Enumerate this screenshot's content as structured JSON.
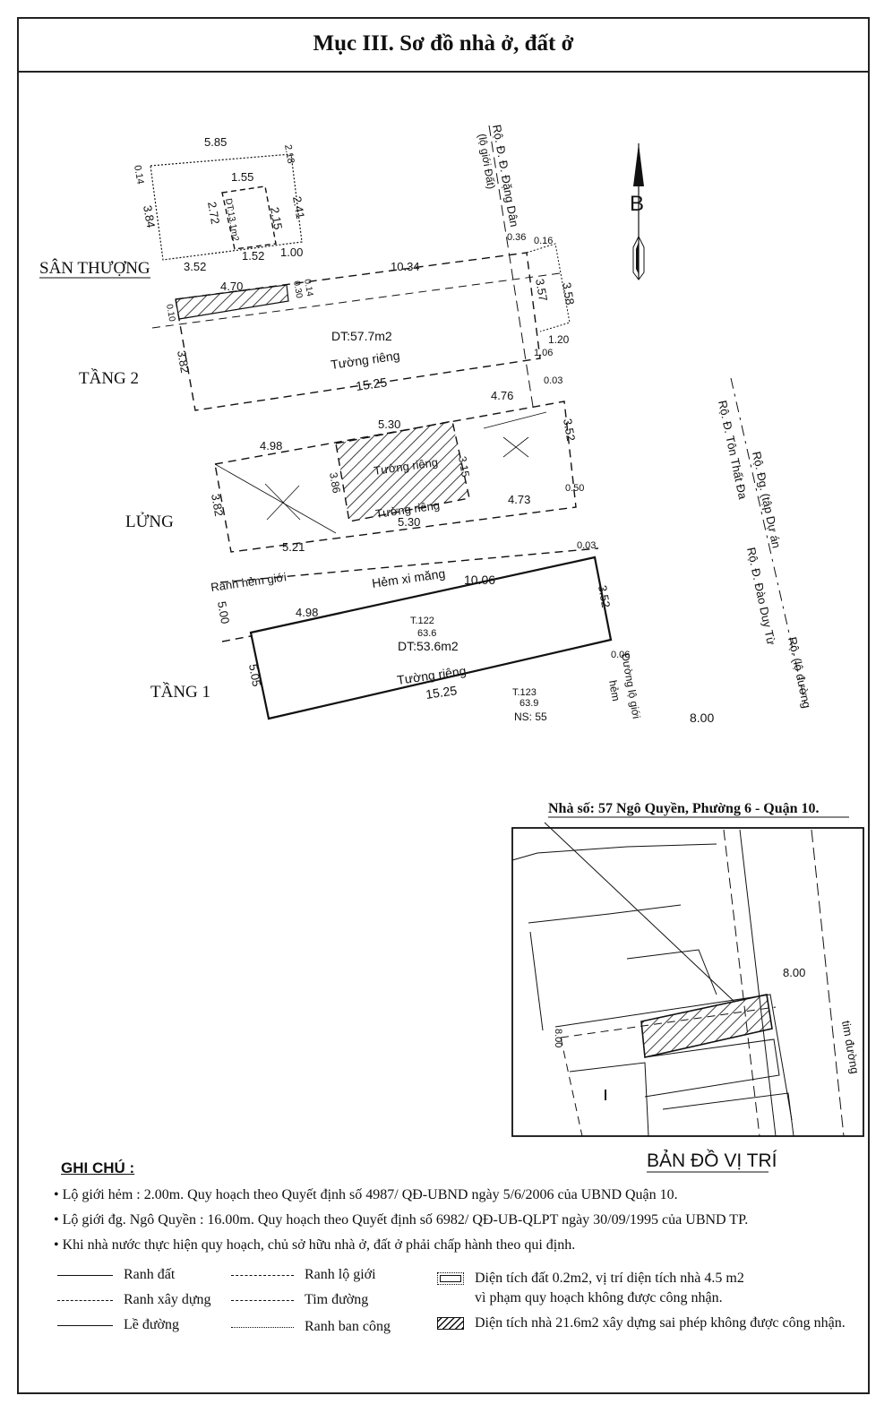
{
  "title": "Mục III. Sơ đồ nhà ở, đất ở",
  "north": "B",
  "floors": {
    "san_thuong": "SÂN THƯỢNG",
    "tang2": "TẦNG 2",
    "lung": "LỬNG",
    "tang1": "TẦNG 1"
  },
  "san_thuong_dims": {
    "d585": "5.85",
    "d218": "2.18",
    "d014": "0.14",
    "d155": "1.55",
    "d384": "3.84",
    "d272": "2.72",
    "d215": "2.15",
    "d241": "2.41",
    "dt_small": "DT:13.1m2",
    "d352": "3.52",
    "d152": "1.52",
    "d100": "1.00"
  },
  "tang2_dims": {
    "d470": "4.70",
    "d1034": "10.34",
    "d014a": "0.14",
    "d030": "0.30",
    "d010": "0.10",
    "d036": "0.36",
    "d016": "0.16",
    "d357": "3.57",
    "d358": "3.58",
    "area": "DT:57.7m2",
    "d120": "1.20",
    "d106": "1.06",
    "d382": "3.82",
    "wall": "Tường riêng",
    "d1525": "15.25"
  },
  "lung_dims": {
    "d498": "4.98",
    "d530a": "5.30",
    "d476": "4.76",
    "d003": "0.03",
    "d352": "3.52",
    "d386": "3.86",
    "d315": "3.15",
    "wall1": "Tường riêng",
    "wall2": "Tường riêng",
    "d382": "3.82",
    "d473": "4.73",
    "d530b": "5.30",
    "d050": "0.50",
    "d521": "5.21"
  },
  "tang1_dims": {
    "ranh": "Ranh hẻm giới",
    "hem": "Hẻm xi măng",
    "d1006": "10.06",
    "d003": "0.03",
    "d500": "5.00",
    "d498": "4.98",
    "d352": "3.52",
    "t122": "T.122",
    "e636": "63.6",
    "area": "DT:53.6m2",
    "d505": "5.05",
    "wall": "Tường riêng",
    "d1525": "15.25",
    "d006": "0.06",
    "lo_gioi": "Đường lộ giới",
    "hem_label": "hẻm",
    "t123": "T.123",
    "e639": "63.9",
    "ns": "NS: 55",
    "d800": "8.00"
  },
  "road_labels": {
    "dang_gian": "Rộ. Đ. Đ. Đặng Dân",
    "gioi_dat": "(lộ giới Đất)",
    "ton_thuc": "Rộ. Đ. Tôn Thất Đa",
    "tap_du": "Rộ. Đg. (tập Dự án",
    "dao_duy_tu": "Rộ. Đ. Đào Duy Từ",
    "ro_dg": "Rộ. (lộ đường"
  },
  "location": {
    "header": "Nhà số: 57 Ngô Quyền, Phường 6 - Quận 10.",
    "d800": "8.00",
    "d800v": "8.00",
    "road": "tim đường",
    "map_title": "BẢN ĐỒ VỊ TRÍ"
  },
  "notes": {
    "heading": "GHI CHÚ :",
    "items": [
      "Lộ giới hẻm : 2.00m. Quy hoạch theo Quyết định số 4987/ QĐ-UBND ngày 5/6/2006 của UBND Quận 10.",
      "Lộ giới đg. Ngô Quyền : 16.00m. Quy hoạch theo Quyết định số 6982/ QĐ-UB-QLPT ngày 30/09/1995 của UBND TP.",
      "Khi nhà nước thực hiện quy hoạch, chủ sở hữu nhà ở, đất ở phải chấp hành theo qui định."
    ]
  },
  "legend": {
    "ranh_dat": "Ranh đất",
    "ranh_xay_dung": "Ranh xây dựng",
    "le_duong": "Lề đường",
    "ranh_lo_gioi": "Ranh lộ giới",
    "tim_duong": "Tim đường",
    "ranh_ban_cong": "Ranh ban công",
    "dotted_line1": "Diện tích đất 0.2m2, vị trí diện tích nhà 4.5 m2",
    "dotted_line2": "vì phạm quy hoạch không  được công nhận.",
    "hatched": "Diện tích nhà 21.6m2 xây dựng sai phép không được công nhận."
  }
}
